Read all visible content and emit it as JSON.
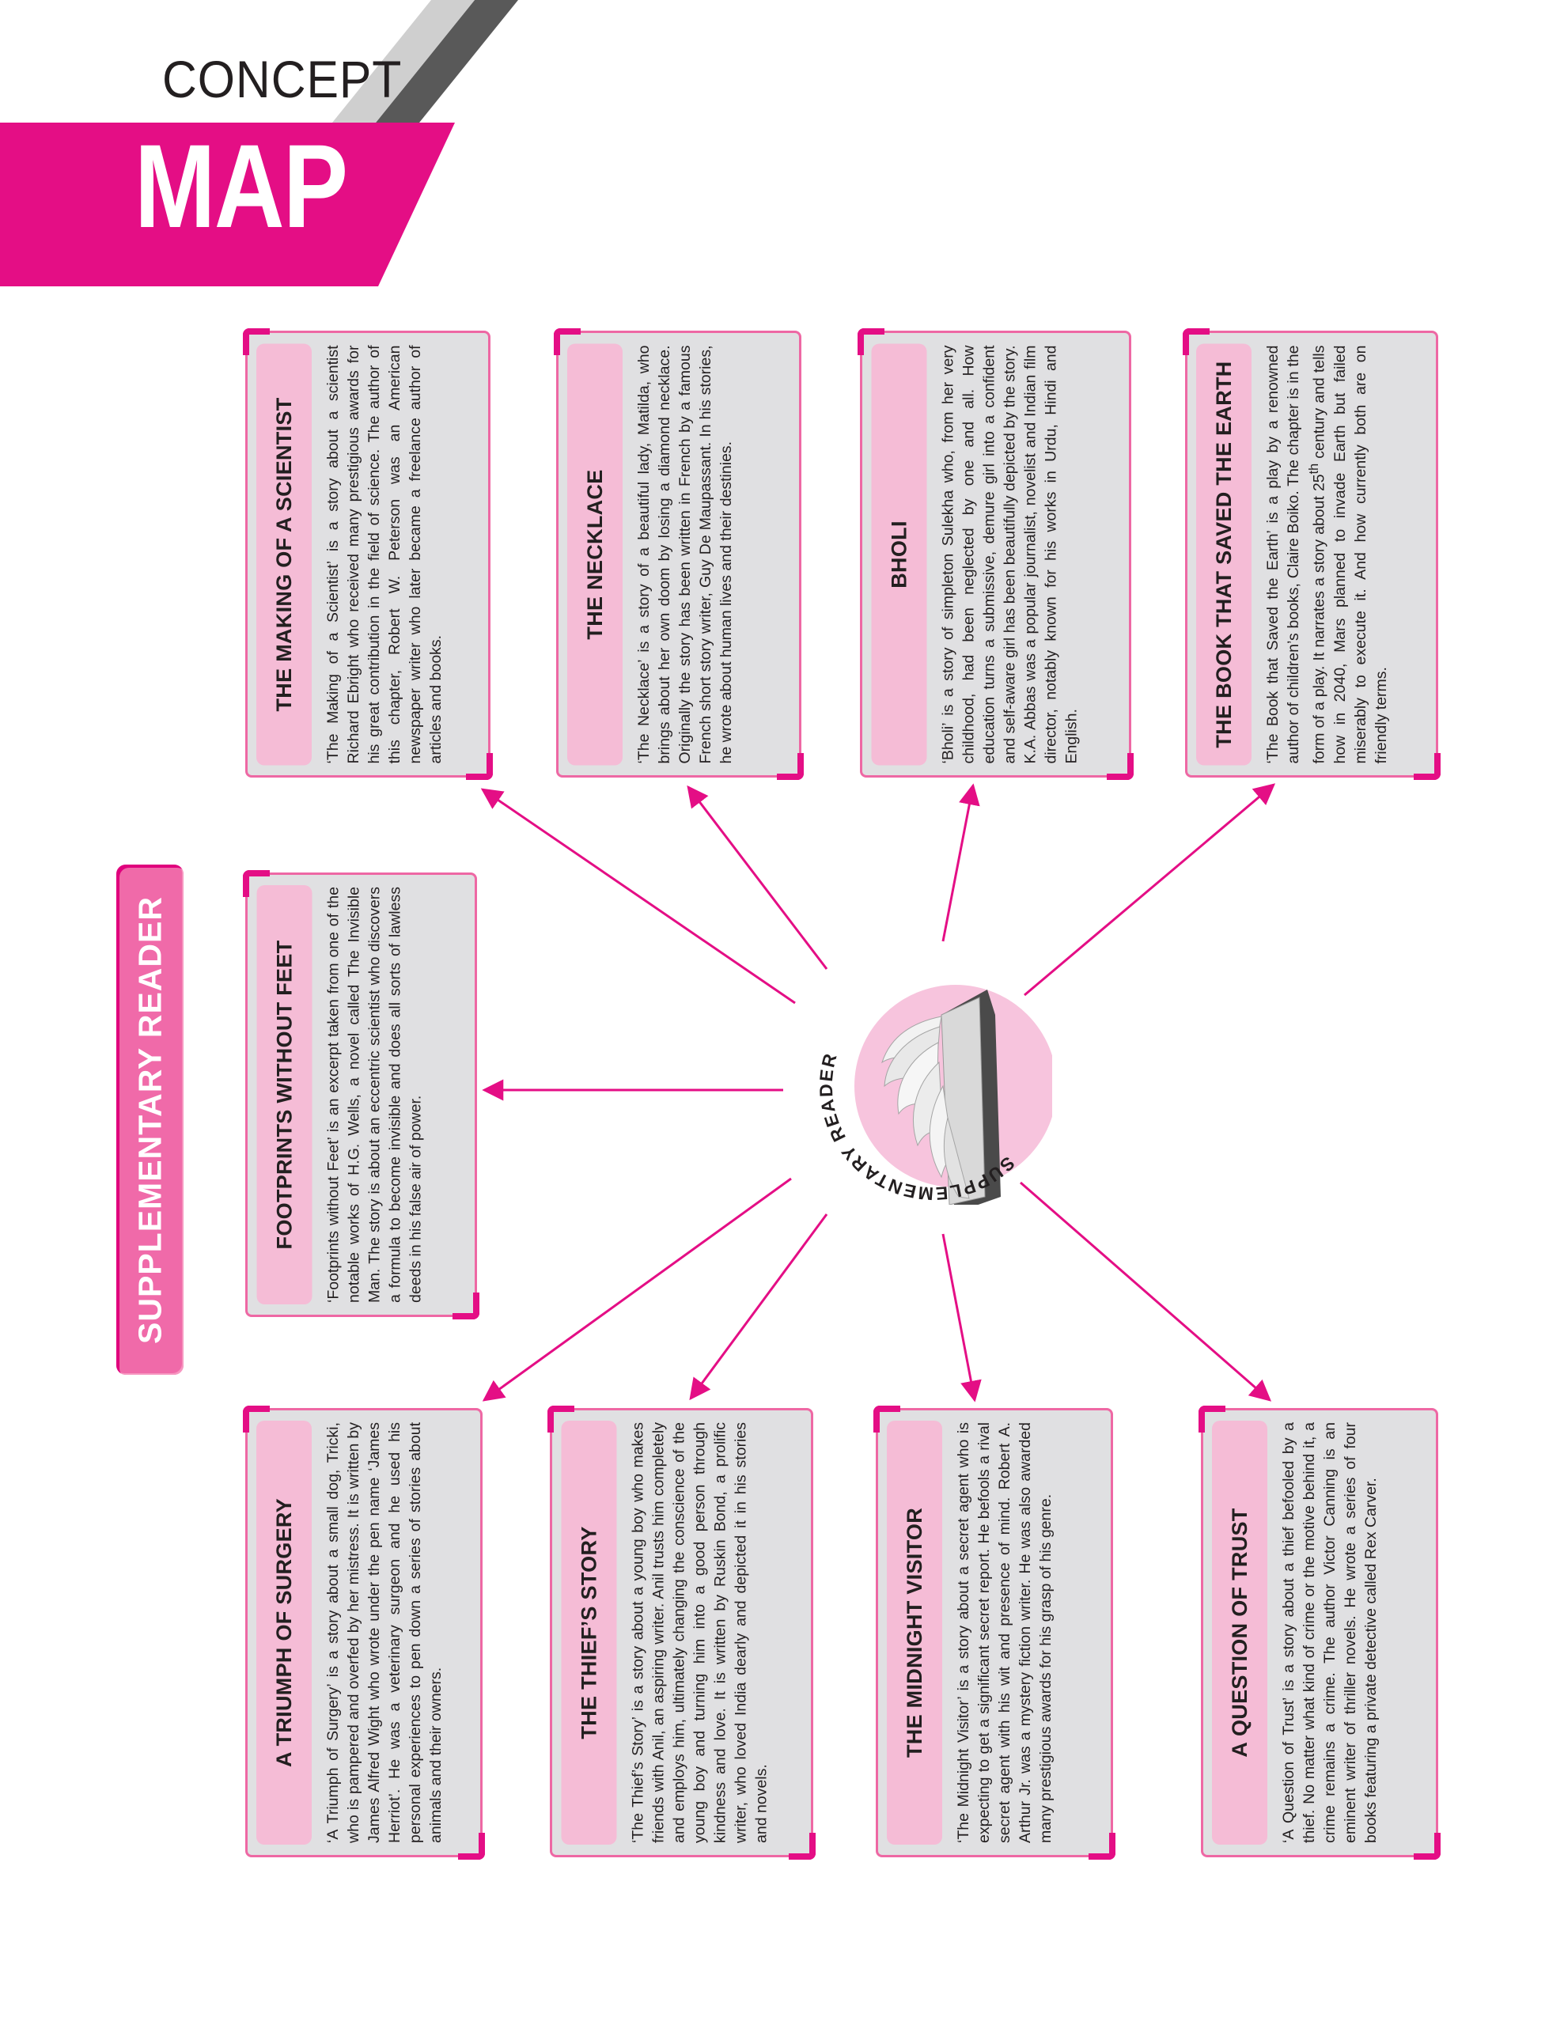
{
  "header": {
    "concept_label": "CONCEPT",
    "map_label": "MAP"
  },
  "side_label": "SUPPLEMENTARY READER",
  "hub": {
    "curved_label": "SUPPLEMENTARY READER",
    "icon": "open-book-icon"
  },
  "colors": {
    "accent": "#e40e85",
    "light_pink": "#f5bcd6",
    "card_bg": "#e0e0e2",
    "hub_pink": "#f7c4dd",
    "gray_stripe": "#595959"
  },
  "cards": {
    "scientist": {
      "title": "THE MAKING OF A SCIENTIST",
      "text": "‘The Making of a Scientist’ is a story about a scientist Richard Ebright who received many prestigious awards for his great contribution in the field of science. The author of this chapter, Robert W. Peterson was an American newspaper writer who later became a freelance author of articles and books."
    },
    "necklace": {
      "title": "THE NECKLACE",
      "text": "‘The Necklace’ is a story of a beautiful lady, Matilda, who brings about her own doom by losing a diamond necklace. Originally the story has been written in French by a famous French short story writer, Guy De Maupassant. In his stories, he wrote about human lives and their destinies."
    },
    "bholi": {
      "title": "BHOLI",
      "text": "‘Bholi’ is a story of simpleton Sulekha who, from her very childhood, had been neglected by one and all. How education turns a submissive, demure girl into a confident and self-aware girl has been beautifully depicted by the story. K.A. Abbas was a popular journalist, novelist and Indian film director, notably known for his works in Urdu, Hindi and English."
    },
    "earth": {
      "title": "THE BOOK THAT SAVED THE EARTH",
      "text_before_sup": "‘The Book that Saved the Earth’ is a play by a renowned author of children’s books, Claire Boiko. The chapter is in the form of a play. It narrates a story about 25",
      "sup": "th",
      "text_after_sup": " century and tells how in 2040, Mars planned to invade Earth but failed miserably to execute it. And how currently both are on friendly terms."
    },
    "footprints": {
      "title": "FOOTPRINTS WITHOUT FEET",
      "text": "‘Footprints without Feet’ is an excerpt taken from one of the notable works of H.G. Wells, a novel called The Invisible Man. The story is about an eccentric scientist who discovers a formula to become invisible and does all sorts of lawless deeds in his false air of power."
    },
    "surgery": {
      "title": "A TRIUMPH OF SURGERY",
      "text": "‘A Triumph of Surgery’ is a story about a small dog, Tricki, who is pampered and overfed by her mistress. It is written by James Alfred Wight who wrote under the pen name ‘James Herriot’. He was a veterinary surgeon and he used his personal experiences to pen down a series of stories about animals and their owners."
    },
    "thief": {
      "title": "THE THIEF’S STORY",
      "text": "‘The Thief’s Story’ is a story about a young boy who makes friends with Anil, an aspiring writer. Anil trusts him completely and employs him, ultimately changing the conscience of the young boy and turning him into a good person through kindness and love. It is written by Ruskin Bond, a prolific writer, who loved India dearly and depicted it in his stories and novels."
    },
    "visitor": {
      "title": "THE MIDNIGHT VISITOR",
      "text": "‘The Midnight Visitor’ is a story about a secret agent who is expecting to get a significant secret report. He befools a rival secret agent with his wit and presence of mind. Robert A. Arthur Jr. was a mystery fiction writer. He was also awarded many prestigious awards for his grasp of his genre."
    },
    "trust": {
      "title": "A QUESTION OF TRUST",
      "text": "‘A Question of Trust’ is a story about a thief befooled by a thief. No matter what kind of crime or the motive behind it, a crime remains a crime. The author Victor Canning is an eminent writer of thriller novels. He wrote a series of four books featuring a private detective called Rex Carver."
    }
  }
}
